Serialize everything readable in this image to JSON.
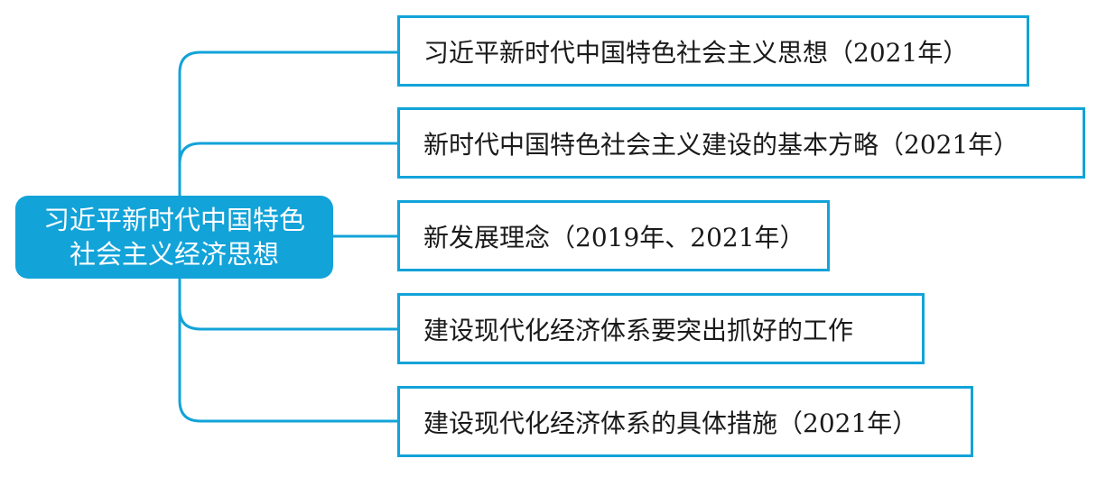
{
  "colors": {
    "accent": "#12a3d9",
    "root_text": "#ffffff",
    "branch_text": "#1a1a1a",
    "background": "#ffffff"
  },
  "root": {
    "line1": "习近平新时代中国特色",
    "line2": "社会主义经济思想"
  },
  "branches": [
    {
      "label": "习近平新时代中国特色社会主义思想（2021年）"
    },
    {
      "label": "新时代中国特色社会主义建设的基本方略（2021年）"
    },
    {
      "label": "新发展理念（2019年、2021年）"
    },
    {
      "label": "建设现代化经济体系要突出抓好的工作"
    },
    {
      "label": "建设现代化经济体系的具体措施（2021年）"
    }
  ]
}
